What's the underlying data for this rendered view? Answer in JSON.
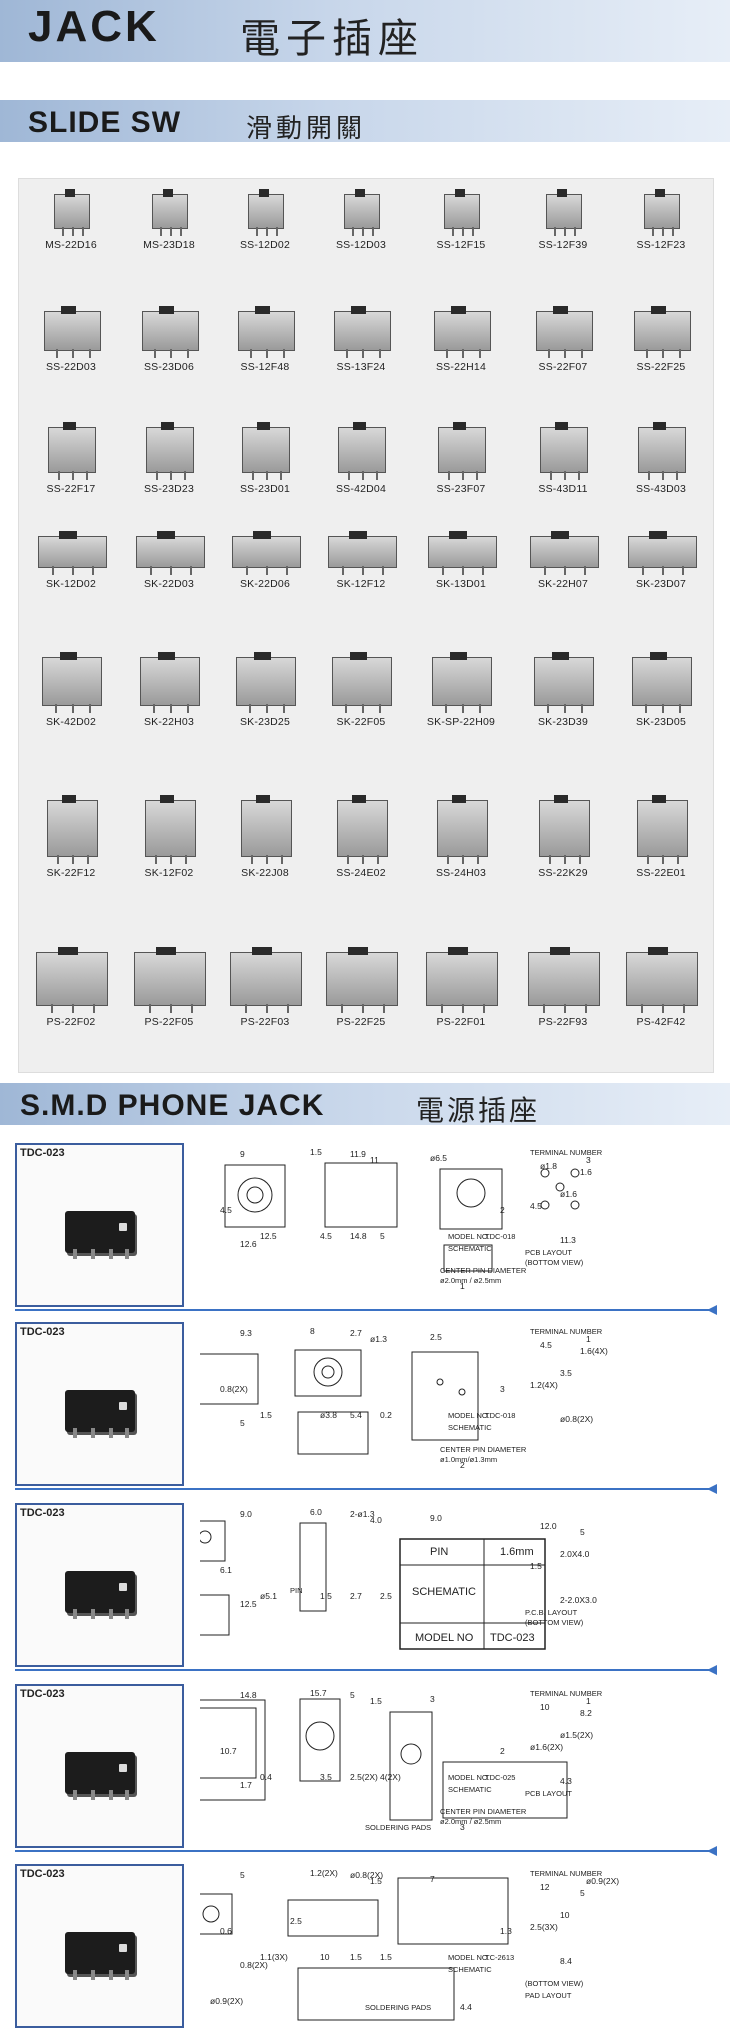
{
  "header": {
    "title_en": "JACK",
    "title_zh": "電子插座"
  },
  "slide_section": {
    "title_en": "SLIDE SW",
    "title_zh": "滑動開關"
  },
  "smd_section": {
    "title_en": "S.M.D PHONE JACK",
    "title_zh": "電源插座"
  },
  "catalog_rows": [
    [
      "MS-22D16",
      "MS-23D18",
      "SS-12D02",
      "SS-12D03",
      "SS-12F15",
      "SS-12F39",
      "SS-12F23"
    ],
    [
      "SS-22D03",
      "SS-23D06",
      "SS-12F48",
      "SS-13F24",
      "SS-22H14",
      "SS-22F07",
      "SS-22F25"
    ],
    [
      "SS-22F17",
      "SS-23D23",
      "SS-23D01",
      "SS-42D04",
      "SS-23F07",
      "SS-43D11",
      "SS-43D03"
    ],
    [
      "SK-12D02",
      "SK-22D03",
      "SK-22D06",
      "SK-12F12",
      "SK-13D01",
      "SK-22H07",
      "SK-23D07"
    ],
    [
      "SK-42D02",
      "SK-22H03",
      "SK-23D25",
      "SK-22F05",
      "SK-SP-22H09",
      "SK-23D39",
      "SK-23D05"
    ],
    [
      "SK-22F12",
      "SK-12F02",
      "SK-22J08",
      "SS-24E02",
      "SS-24H03",
      "SS-22K29",
      "SS-22E01"
    ],
    [
      "PS-22F02",
      "PS-22F05",
      "PS-22F03",
      "PS-22F25",
      "PS-22F01",
      "PS-22F93",
      "PS-42F42"
    ]
  ],
  "products": [
    {
      "model": "TDC-023",
      "dims": [
        "9",
        "4.5",
        "12.5",
        "12.6",
        "1.5",
        "11.9",
        "11",
        "4.5",
        "14.8",
        "5",
        "ø6.5",
        "ø1.8",
        "ø1.6",
        "4.5",
        "11.3",
        "1.6",
        "3",
        "2",
        "1"
      ],
      "texts": {
        "terminal": "TERMINAL NUMBER",
        "pcb": "PCB LAYOUT",
        "bottom": "(BOTTOM VIEW)",
        "model_no": "MODEL NO.",
        "model_val": "TDC-018",
        "schematic": "SCHEMATIC",
        "center": "CENTER PIN DIAMETER",
        "center_val": "ø2.0mm / ø2.5mm"
      }
    },
    {
      "model": "TDC-023",
      "dims": [
        "9.3",
        "0.8(2X)",
        "1.5",
        "5",
        "8",
        "2.7",
        "ø1.3",
        "ø3.8",
        "5.4",
        "0.2",
        "2.5",
        "4.5",
        "3.5",
        "1.2(4X)",
        "ø0.8(2X)",
        "1.6(4X)",
        "1",
        "3",
        "2"
      ],
      "texts": {
        "terminal": "TERMINAL NUMBER",
        "model_no": "MODEL NO.",
        "model_val": "TDC-018",
        "schematic": "SCHEMATIC",
        "center": "CENTER PIN DIAMETER",
        "center_val": "ø1.0mm/ø1.3mm"
      }
    },
    {
      "model": "TDC-023",
      "dims": [
        "9.0",
        "6.1",
        "ø5.1",
        "12.5",
        "6.0",
        "2-ø1.3",
        "4.0",
        "1.5",
        "2.7",
        "2.5",
        "9.0",
        "12.0",
        "2.0X4.0",
        "1.5",
        "2-2.0X3.0",
        "5"
      ],
      "texts": {
        "pin": "PIN",
        "pcb": "P.C.B. LAYOUT",
        "bottom": "(BOTTOM VIEW)",
        "table_pin": "PIN",
        "table_pin_val": "1.6mm",
        "table_schematic": "SCHEMATIC",
        "table_model": "MODEL NO",
        "table_model_val": "TDC-023"
      }
    },
    {
      "model": "TDC-023",
      "dims": [
        "14.8",
        "10.7",
        "0.4",
        "1.7",
        "15.7",
        "5",
        "1.5",
        "3.5",
        "2.5(2X)",
        "4(2X)",
        "3",
        "10",
        "ø1.5(2X)",
        "ø1.6(2X)",
        "4.3",
        "8.2",
        "1",
        "2",
        "3"
      ],
      "texts": {
        "terminal": "TERMINAL NUMBER",
        "soldering": "SOLDERING PADS",
        "pcb": "PCB LAYOUT",
        "model_no": "MODEL NO.",
        "model_val": "TDC-025",
        "schematic": "SCHEMATIC",
        "center": "CENTER PIN DIAMETER",
        "center_val": "ø2.0mm / ø2.5mm"
      }
    },
    {
      "model": "TDC-023",
      "dims": [
        "5",
        "0.6",
        "1.1(3X)",
        "0.8(2X)",
        "1.2(2X)",
        "ø0.8(2X)",
        "1.5",
        "10",
        "1.5",
        "1.5",
        "7",
        "12",
        "10",
        "2.5(3X)",
        "8.4",
        "5",
        "ø0.9(2X)",
        "1.3",
        "4.4",
        "2.5",
        "ø0.9(2X)"
      ],
      "texts": {
        "terminal": "TERMINAL NUMBER",
        "soldering": "SOLDERING PADS",
        "pad": "PAD LAYOUT",
        "bottom": "(BOTTOM VIEW)",
        "model_no": "MODEL NO.",
        "model_val": "TC-2613",
        "schematic": "SCHEMATIC"
      }
    }
  ]
}
